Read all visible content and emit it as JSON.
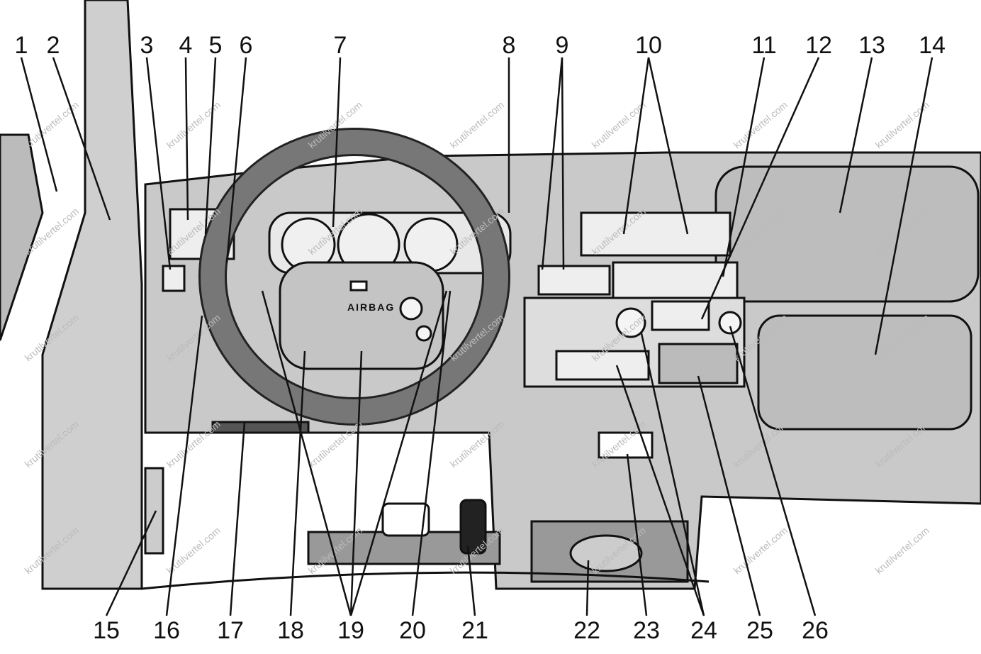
{
  "diagram": {
    "subject": "dashboard",
    "callouts": [
      "1",
      "2",
      "3",
      "4",
      "5",
      "6",
      "7",
      "8",
      "9",
      "10",
      "11",
      "12",
      "13",
      "14",
      "15",
      "16",
      "17",
      "18",
      "19",
      "20",
      "21",
      "22",
      "23",
      "24",
      "25",
      "26"
    ],
    "airbag_text": "AIRBAG",
    "watermark": "krutilvertel.com"
  }
}
